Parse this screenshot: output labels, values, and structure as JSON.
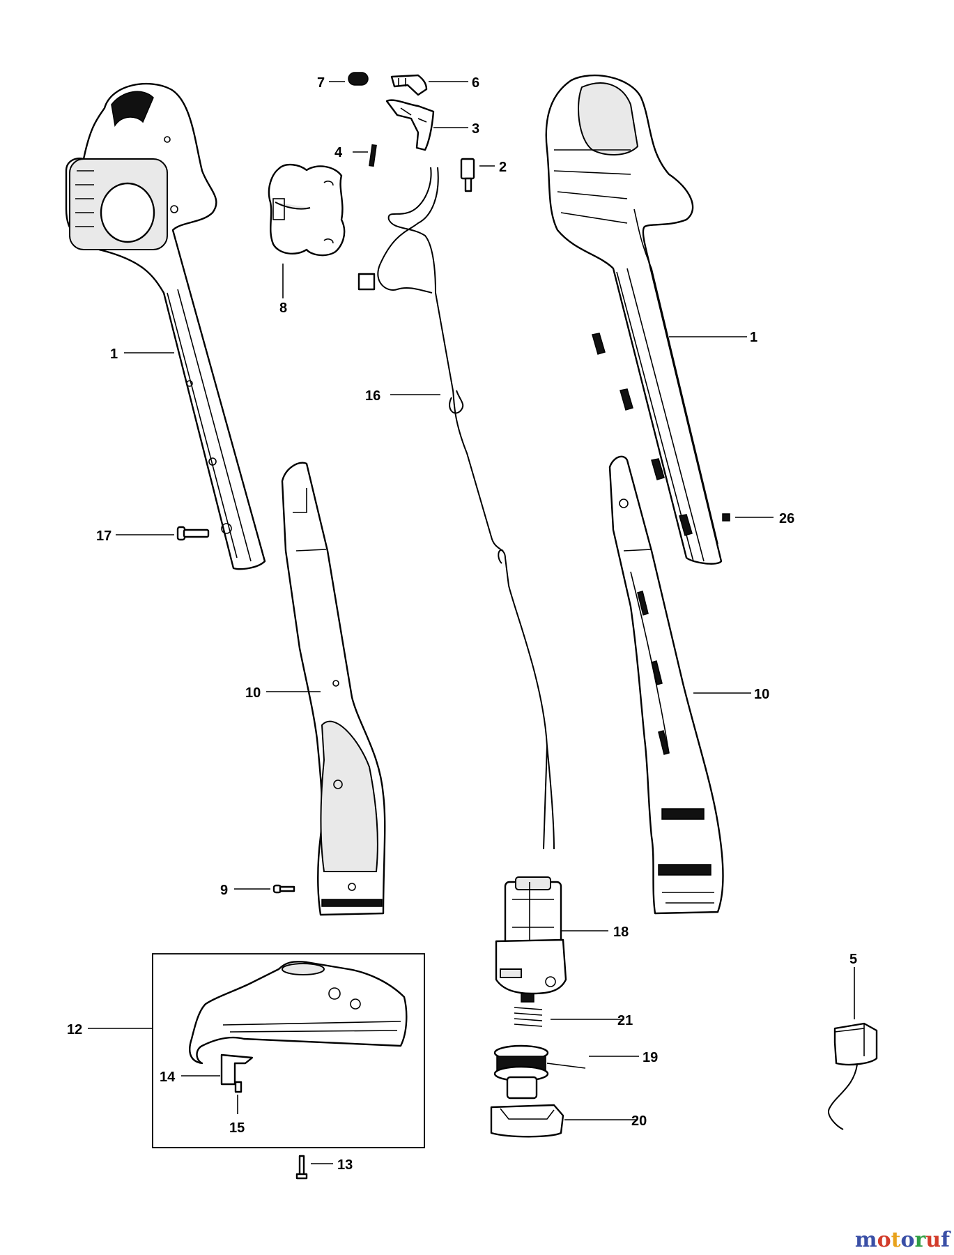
{
  "labels": {
    "l1a": "1",
    "l1b": "1",
    "l2": "2",
    "l3": "3",
    "l4": "4",
    "l5": "5",
    "l6": "6",
    "l7": "7",
    "l8": "8",
    "l9": "9",
    "l10a": "10",
    "l10b": "10",
    "l12": "12",
    "l13": "13",
    "l14": "14",
    "l15": "15",
    "l16": "16",
    "l17": "17",
    "l18": "18",
    "l19": "19",
    "l20": "20",
    "l21": "21",
    "l26": "26"
  },
  "watermark": {
    "text": "motoruf",
    "letters": [
      "m",
      "o",
      "t",
      "o",
      "r",
      "u",
      "f"
    ],
    "letter_colors": [
      "#3a4fa6",
      "#d23c2b",
      "#e8a21c",
      "#3a4fa6",
      "#2f9e44",
      "#d23c2b",
      "#3a4fa6"
    ]
  }
}
